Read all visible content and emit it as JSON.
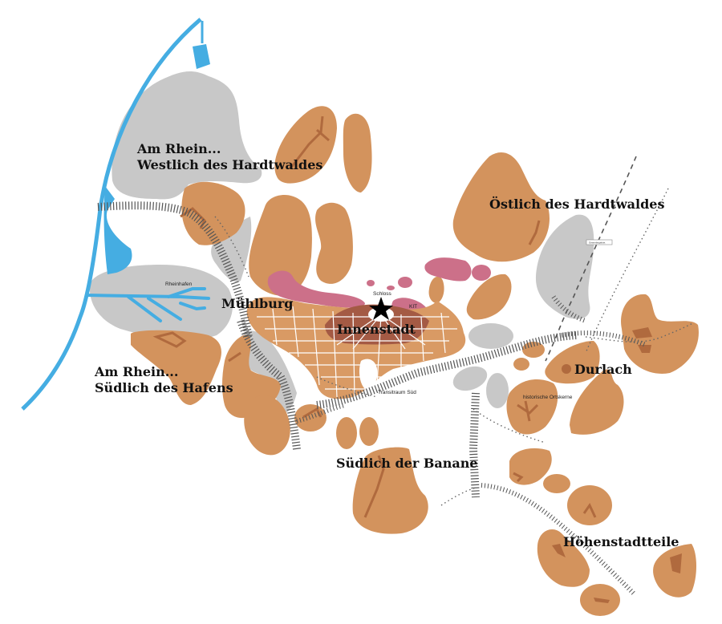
{
  "map": {
    "title": "Karlsruhe Stadtteile – Schematische Karte",
    "colors": {
      "water": "#45ade2",
      "open_land": "#c8c8c8",
      "district": "#d3935d",
      "district_core": "#b06a3e",
      "inner_city_ring": "#a45a44",
      "city_grid": "#d99a64",
      "institution": "#cc7089",
      "transit_hatch": "#555555"
    },
    "region_labels": {
      "west_hardtwald_line1": "Am Rhein...",
      "west_hardtwald_line2": "Westlich des Hardtwaldes",
      "east_hardtwald": "Östlich des Hardtwaldes",
      "muehlburg": "Mühlburg",
      "innenstadt": "Innenstadt",
      "south_harbor_line1": "Am Rhein...",
      "south_harbor_line2": "Südlich des Hafens",
      "durlach": "Durlach",
      "south_banana": "Südlich der Banane",
      "hill_districts": "Höhenstadtteile"
    },
    "place_labels": {
      "schloss": "Schloss",
      "kit": "KIT",
      "rheinhafen": "Rheinhafen",
      "transitraum_sued": "Transitraum Süd",
      "historische_ortskerne": "historische Ortskerne",
      "gewerbegebiet": "Gewerbegebiet"
    },
    "landmark_icon": "star-icon"
  }
}
